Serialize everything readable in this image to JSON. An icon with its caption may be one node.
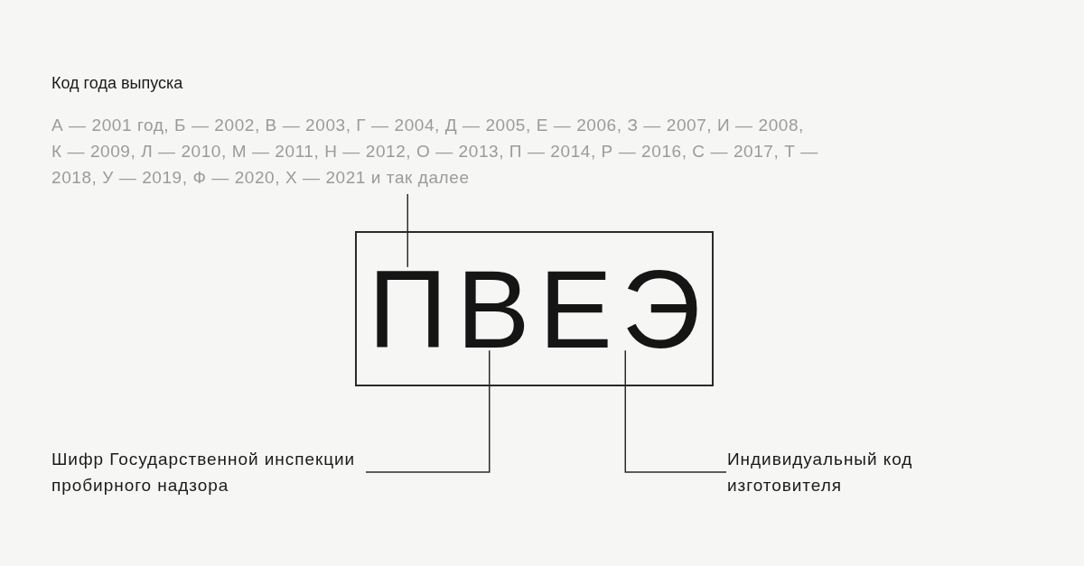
{
  "diagram": {
    "nodes": [
      {
        "text": [
          "Код года выпуска",
          "А — 2001 год, Б — 2002, В — 2003, Г — 2004, Д — 2005, Е — 2006, З — 2007, И — 2008, К — 2009, Л — 2010, М — 2011, Н — 2012, О — 2013, П — 2014, Р — 2016, С — 2017, Т — 2018, У — 2019, Ф — 2020, Х — 2021 и так далее"
        ]
      },
      {
        "text": [],
        "shape": "box"
      },
      {
        "text": [
          "П"
        ],
        "in": 1
      },
      {
        "text": [
          "В"
        ],
        "in": 1
      },
      {
        "text": [
          "Е"
        ],
        "in": 1
      },
      {
        "text": [
          "Э"
        ],
        "in": 1
      },
      {
        "text": [
          "Шифр Государственной инспекции пробирного надзора"
        ]
      },
      {
        "text": [
          "Индивидуальный код изготовителя"
        ]
      }
    ],
    "edges": [
      {
        "from": 0,
        "to": 2,
        "arrow": "none"
      },
      {
        "from": 6,
        "to": 3,
        "arrow": "none"
      },
      {
        "from": 7,
        "to": 5,
        "arrow": "none"
      }
    ]
  }
}
